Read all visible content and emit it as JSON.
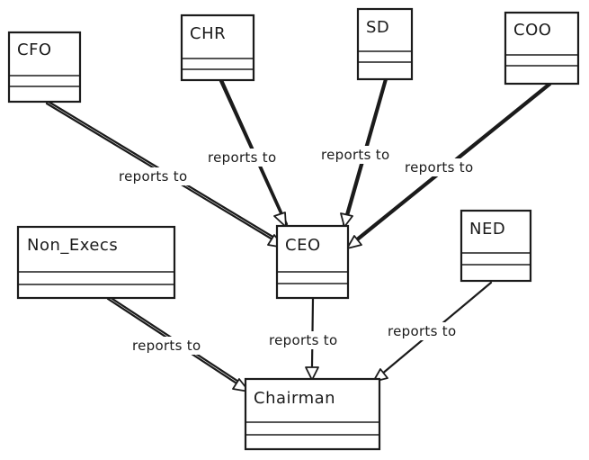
{
  "nodes": {
    "cfo": "CFO",
    "chr": "CHR",
    "sd": "SD",
    "coo": "COO",
    "ceo": "CEO",
    "non_execs": "Non_Execs",
    "ned": "NED",
    "chairman": "Chairman"
  },
  "edges": {
    "cfo_ceo": "reports to",
    "chr_ceo": "reports to",
    "sd_ceo": "reports to",
    "coo_ceo": "reports to",
    "non_execs_chairman": "reports to",
    "ceo_chairman": "reports to",
    "ned_chairman": "reports to"
  }
}
